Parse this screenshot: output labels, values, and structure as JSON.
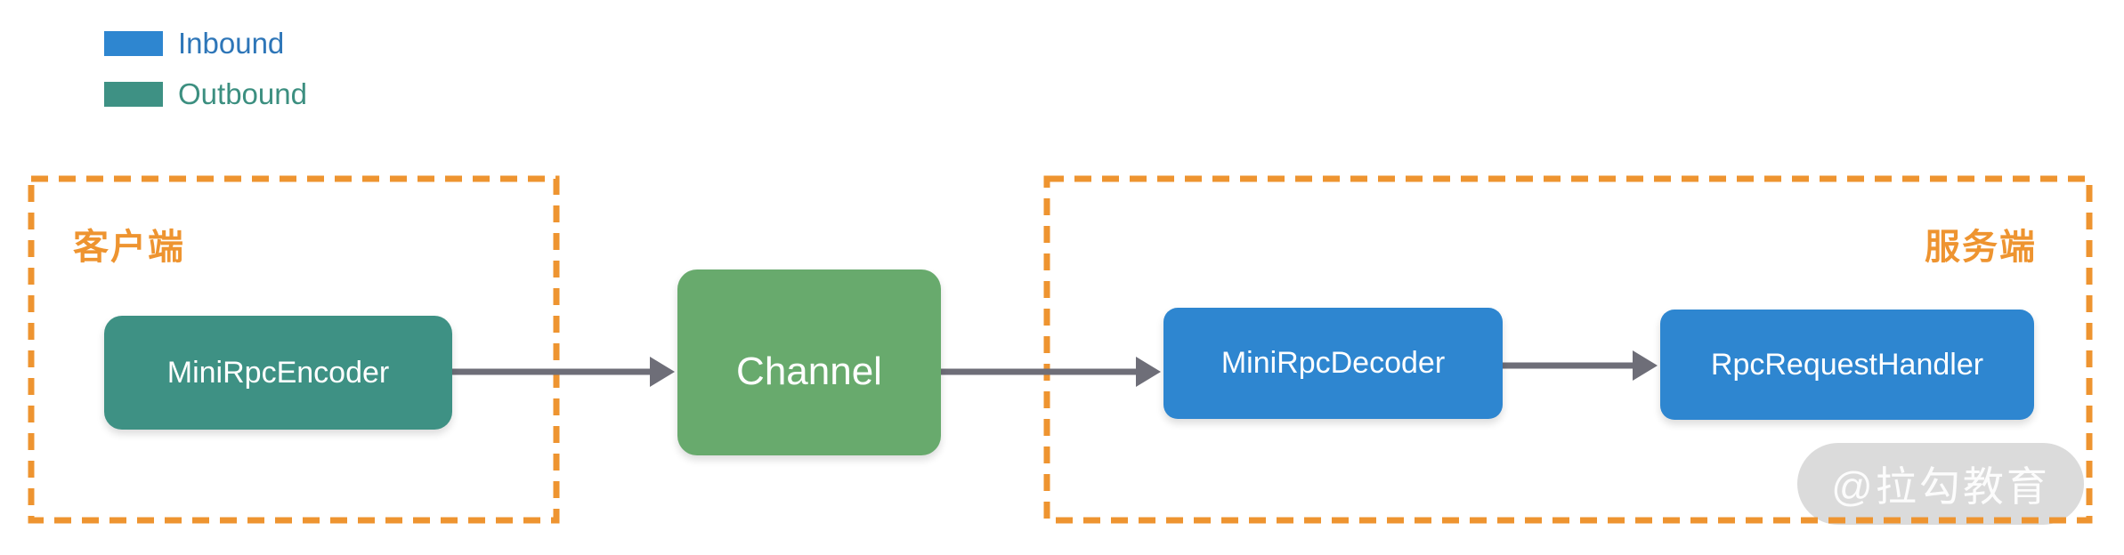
{
  "legend": {
    "items": [
      {
        "label": "Inbound",
        "color": "#2E86D0",
        "text_color": "#2E76B8"
      },
      {
        "label": "Outbound",
        "color": "#3E9184",
        "text_color": "#3C8F80"
      }
    ]
  },
  "groups": {
    "client": {
      "label": "客户端"
    },
    "server": {
      "label": "服务端"
    }
  },
  "nodes": {
    "encoder": {
      "label": "MiniRpcEncoder",
      "role": "outbound",
      "color": "#3E9184"
    },
    "channel": {
      "label": "Channel",
      "role": "channel",
      "color": "#68AA6D"
    },
    "decoder": {
      "label": "MiniRpcDecoder",
      "role": "inbound",
      "color": "#2E86D0"
    },
    "handler": {
      "label": "RpcRequestHandler",
      "role": "inbound",
      "color": "#2E86D0"
    }
  },
  "edges": [
    {
      "from": "MiniRpcEncoder",
      "to": "Channel"
    },
    {
      "from": "Channel",
      "to": "MiniRpcDecoder"
    },
    {
      "from": "MiniRpcDecoder",
      "to": "RpcRequestHandler"
    }
  ],
  "watermark": {
    "text": "@拉勾教育"
  },
  "colors": {
    "accent_orange": "#EE9430",
    "inbound_blue": "#2E86D0",
    "outbound_teal": "#3E9184",
    "channel_green": "#68AA6D",
    "arrow_gray": "#6E6E78",
    "watermark_bg": "#D9D9D9",
    "node_text": "#FFFFFF"
  }
}
